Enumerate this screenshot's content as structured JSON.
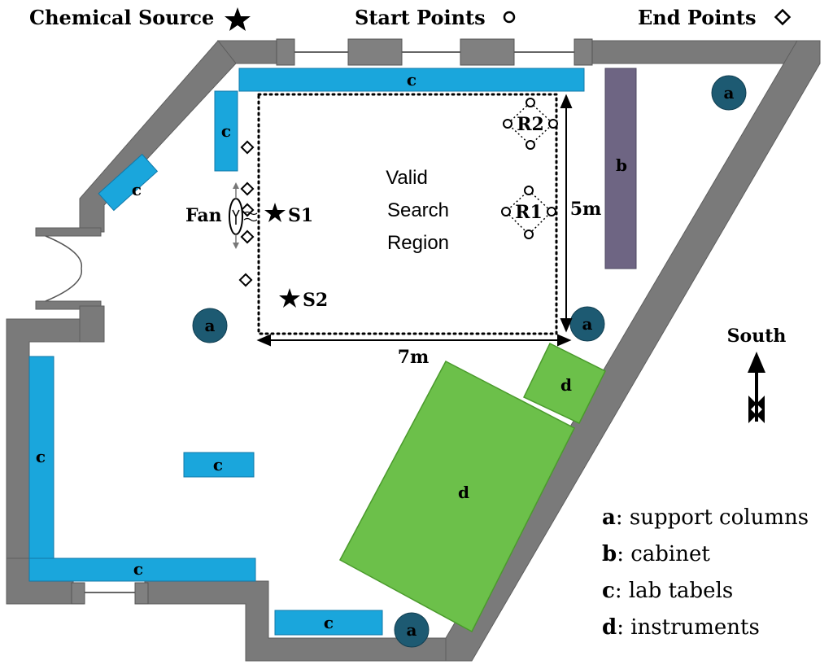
{
  "header": {
    "chemical_source": "Chemical Source",
    "start_points": "Start Points",
    "end_points": "End Points"
  },
  "labels": {
    "column": "a",
    "cabinet": "b",
    "table": "c",
    "instrument": "d",
    "fan": "Fan",
    "source1": "S1",
    "source2": "S2",
    "r1": "R1",
    "r2": "R2",
    "region_line1": "Valid",
    "region_line2": "Search",
    "region_line3": "Region",
    "width_dim": "7m",
    "height_dim": "5m",
    "south": "South"
  },
  "legend": {
    "items": [
      {
        "key": "a",
        "text": ": support columns"
      },
      {
        "key": "b",
        "text": ": cabinet"
      },
      {
        "key": "c",
        "text": ": lab tabels"
      },
      {
        "key": "d",
        "text": ": instruments"
      }
    ]
  },
  "colors": {
    "wall": "#7a7a7a",
    "table": "#1aa6dc",
    "cabinet": "#6e6583",
    "instrument": "#6cc04a",
    "column": "#1d5a72"
  }
}
